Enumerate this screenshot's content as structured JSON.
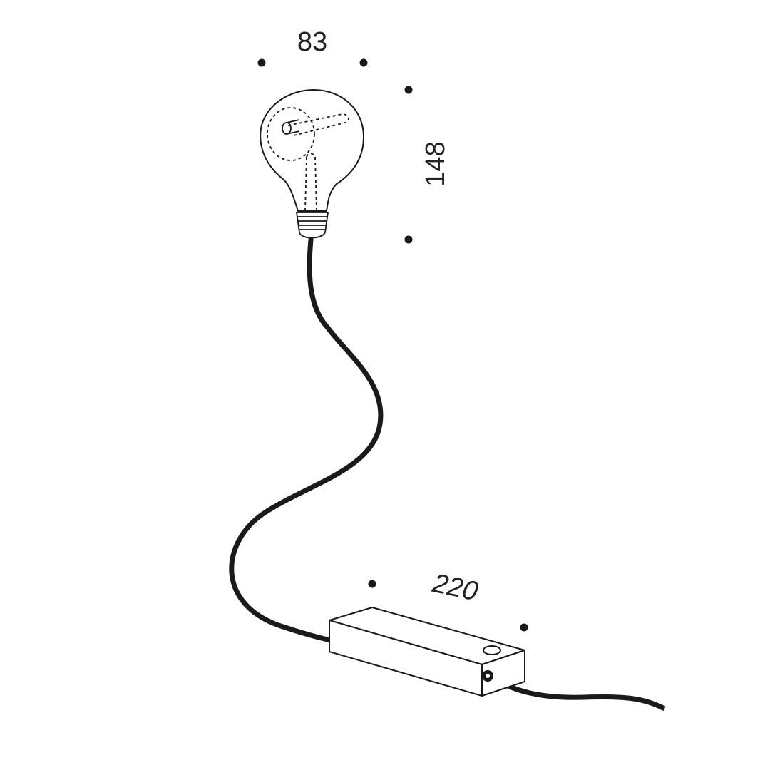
{
  "dimensions": {
    "bulb_width": "83",
    "bulb_height": "148",
    "transformer_length": "220"
  },
  "colors": {
    "line": "#1a1a1a",
    "cable": "#1a1a1a",
    "dots": "#1a1a1a",
    "background": "#ffffff"
  }
}
